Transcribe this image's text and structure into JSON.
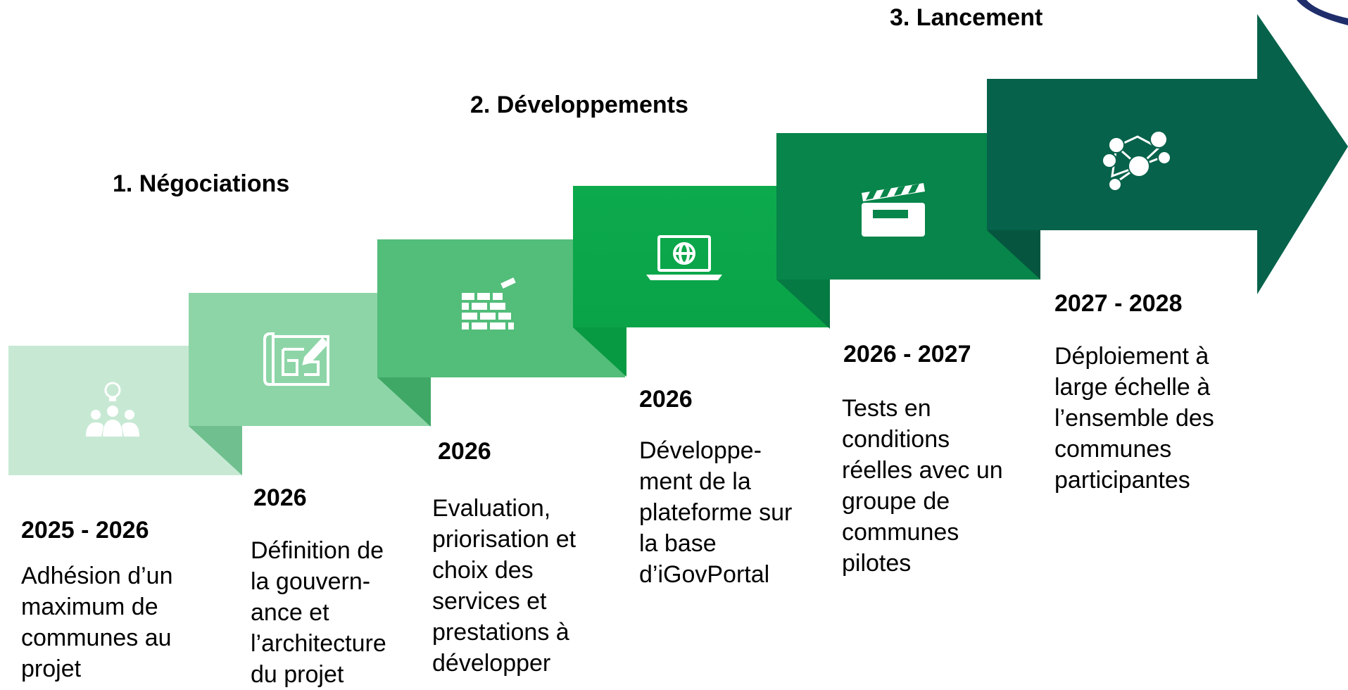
{
  "phases": {
    "p1": "1. Négociations",
    "p2": "2. Développements",
    "p3": "3. Lancement"
  },
  "colors": {
    "s1": "#c7e9d4",
    "s2": "#8dd5a7",
    "s3": "#53bd7a",
    "s4": "#0aa348",
    "s5": "#07854a",
    "s6": "#06624b"
  },
  "icons": [
    "people-idea-icon",
    "blueprint-icon",
    "brick-wall-icon",
    "laptop-globe-icon",
    "clapperboard-icon",
    "network-people-icon"
  ],
  "steps": [
    {
      "year": "2025 - 2026",
      "text": "Adhésion d’un\nmaximum de\ncommunes au\nprojet"
    },
    {
      "year": "2026",
      "text": "Définition de\nla gouvern-\nance et\nl’architecture\ndu projet"
    },
    {
      "year": "2026",
      "text": "Evaluation,\npriorisation et\nchoix des\nservices et\nprestations à\ndévelopper"
    },
    {
      "year": "2026",
      "text": "Développe-\nment de la\nplateforme sur\nla base\nd’iGovPortal"
    },
    {
      "year": "2026 - 2027",
      "text": "Tests en\nconditions\nréelles avec un\ngroupe de\ncommunes\npilotes"
    },
    {
      "year": "2027 - 2028",
      "text": "Déploiement à\nlarge échelle à\nl’ensemble des\ncommunes\nparticipantes"
    }
  ]
}
